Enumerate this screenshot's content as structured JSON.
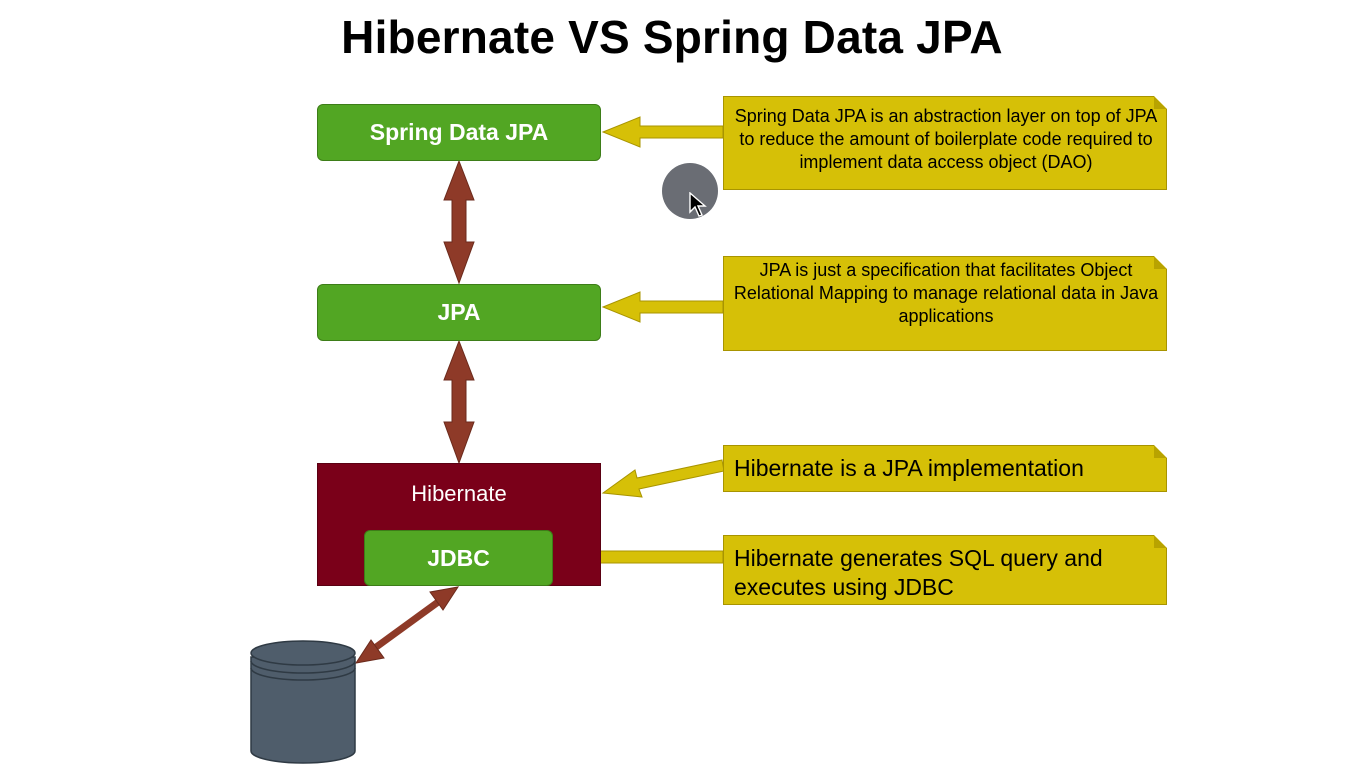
{
  "title": "Hibernate VS Spring Data JPA",
  "layers": {
    "spring_data_jpa": "Spring Data JPA",
    "jpa": "JPA",
    "hibernate": "Hibernate",
    "jdbc": "JDBC"
  },
  "notes": {
    "spring_data_jpa": "Spring Data JPA is an abstraction layer on top of JPA to reduce the amount of boilerplate code required to implement data access object (DAO)",
    "jpa": "JPA is just a specification that facilitates Object Relational Mapping to manage relational data in Java applications",
    "hibernate": "Hibernate is a JPA implementation",
    "jdbc": "Hibernate generates SQL query and executes using JDBC"
  },
  "icons": {
    "database": "database-icon",
    "cursor": "mouse-pointer-icon"
  },
  "colors": {
    "layer_green": "#52a623",
    "hibernate_maroon": "#7a0019",
    "note_yellow": "#d6c007",
    "arrow_brown": "#8e3a28",
    "database_gray": "#4f5d6b"
  }
}
